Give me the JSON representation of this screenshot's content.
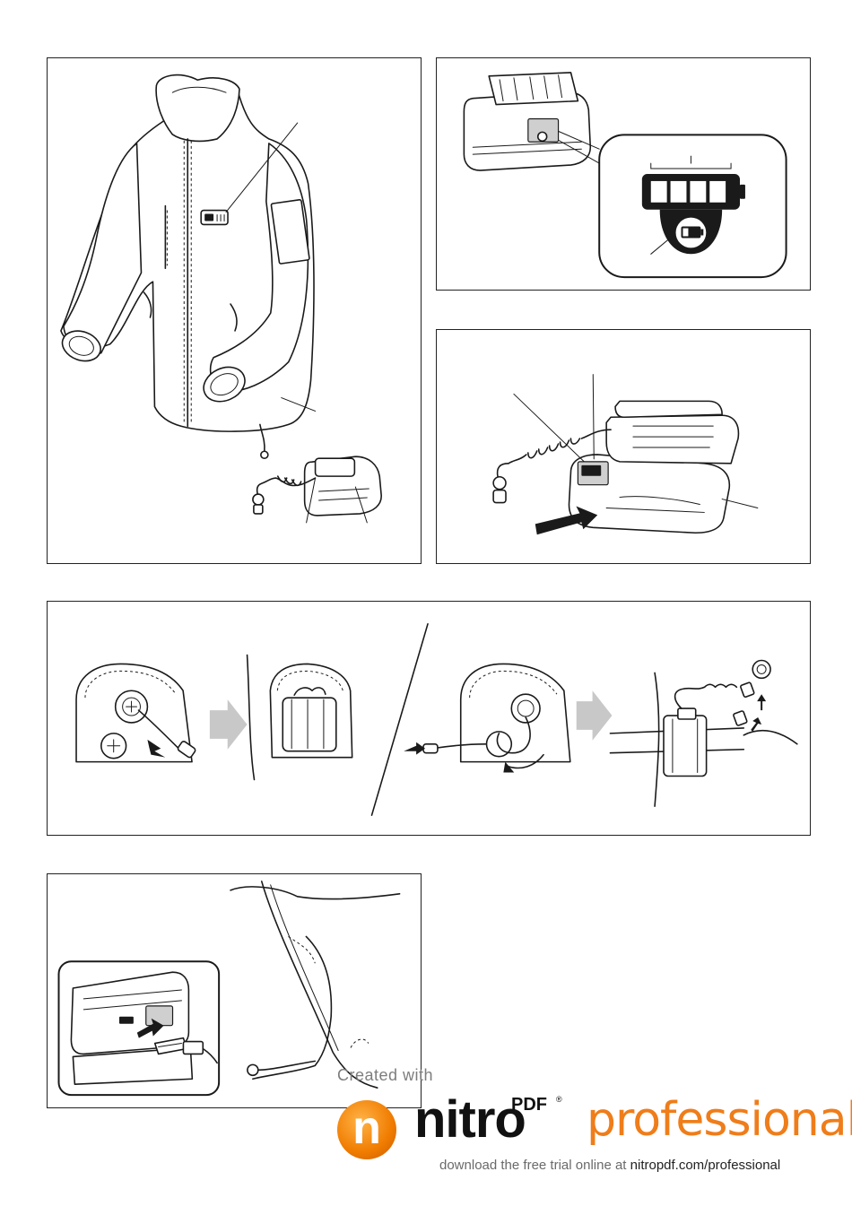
{
  "figures": [
    {
      "id": "fig1",
      "subject": "jacket-with-power-source"
    },
    {
      "id": "fig2",
      "subject": "battery-indicator-inset"
    },
    {
      "id": "fig3",
      "subject": "battery-adapter-attach"
    },
    {
      "id": "fig4",
      "subject": "cable-routing-steps"
    },
    {
      "id": "fig5",
      "subject": "usb-port-inset"
    }
  ],
  "watermark": {
    "created_with": "Created with",
    "logo_letter": "n",
    "brand_nitro": "nitro",
    "brand_pdf": "PDF",
    "brand_reg": "®",
    "brand_professional": "professional",
    "download_prefix": "download the free trial online at ",
    "download_url": "nitropdf.com/professional"
  }
}
